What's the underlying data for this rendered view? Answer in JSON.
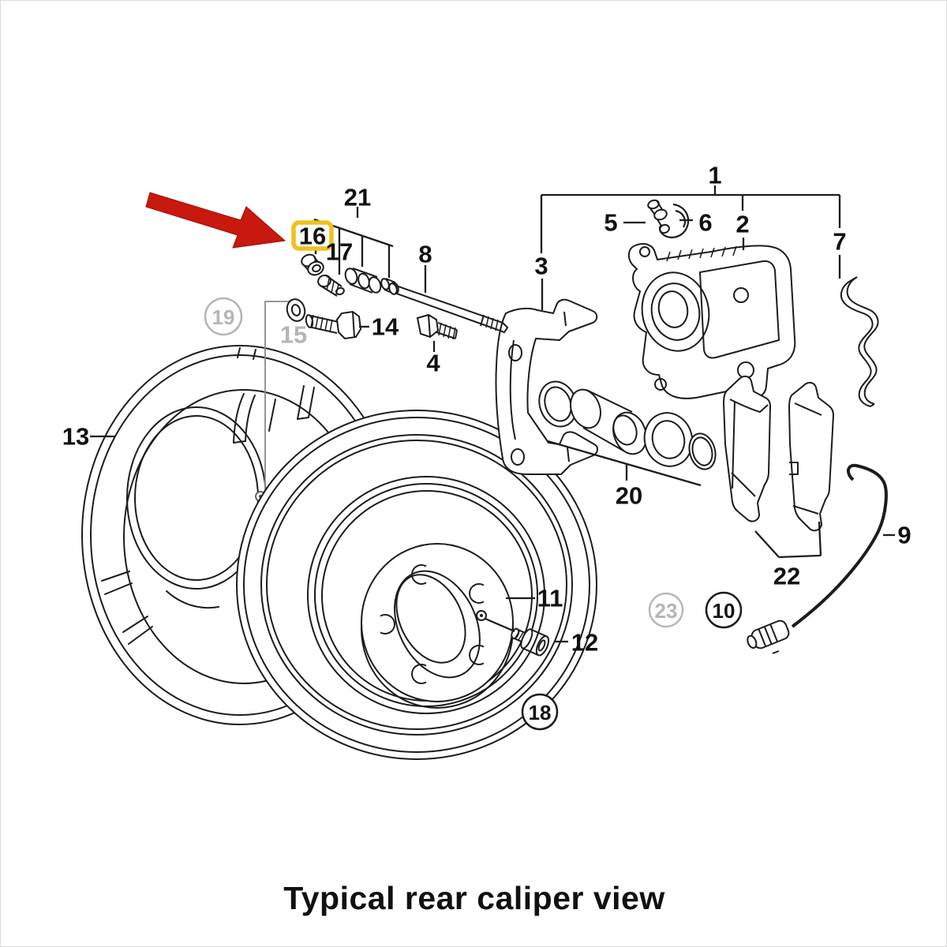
{
  "page": {
    "background": "#ffffff",
    "border_color": "#dcdcdc"
  },
  "caption": "Typical rear caliper view",
  "highlight": {
    "part_number": "16",
    "arrow_color": "#c9180e",
    "box_border_color": "#f1c01f",
    "box_fill": "#ffffff"
  },
  "diagram": {
    "type": "exploded-parts-diagram",
    "subject": "rear brake caliper and rotor assembly",
    "line_color": "#1c1c1c",
    "muted_label_color": "#b5b5b5",
    "labels": [
      {
        "text": "1",
        "style": "plain"
      },
      {
        "text": "2",
        "style": "plain"
      },
      {
        "text": "3",
        "style": "plain"
      },
      {
        "text": "4",
        "style": "plain"
      },
      {
        "text": "5",
        "style": "plain"
      },
      {
        "text": "6",
        "style": "plain"
      },
      {
        "text": "7",
        "style": "plain"
      },
      {
        "text": "8",
        "style": "plain"
      },
      {
        "text": "9",
        "style": "plain"
      },
      {
        "text": "10",
        "style": "circled"
      },
      {
        "text": "11",
        "style": "plain"
      },
      {
        "text": "12",
        "style": "plain"
      },
      {
        "text": "13",
        "style": "plain"
      },
      {
        "text": "14",
        "style": "plain"
      },
      {
        "text": "15",
        "style": "gray"
      },
      {
        "text": "16",
        "style": "boxed-yellow"
      },
      {
        "text": "17",
        "style": "plain"
      },
      {
        "text": "18",
        "style": "circled"
      },
      {
        "text": "19",
        "style": "circled-gray"
      },
      {
        "text": "20",
        "style": "plain"
      },
      {
        "text": "21",
        "style": "plain"
      },
      {
        "text": "22",
        "style": "plain"
      },
      {
        "text": "23",
        "style": "circled-gray"
      }
    ]
  }
}
